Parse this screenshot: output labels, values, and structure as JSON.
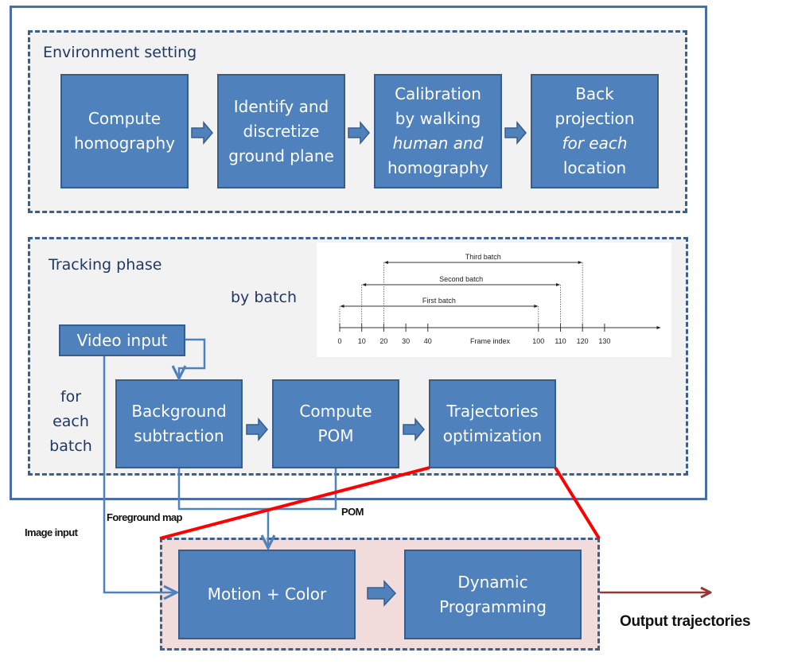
{
  "environment": {
    "title": "Environment setting",
    "steps": [
      {
        "lines": [
          {
            "text": "Compute"
          },
          {
            "text": "homography"
          }
        ]
      },
      {
        "lines": [
          {
            "text": "Identify and"
          },
          {
            "text": "discretize"
          },
          {
            "text": "ground plane"
          }
        ]
      },
      {
        "lines": [
          {
            "text": "Calibration"
          },
          {
            "text": "by walking"
          },
          {
            "text": "human and",
            "italic": true
          },
          {
            "text": "homography"
          }
        ]
      },
      {
        "lines": [
          {
            "text": "Back"
          },
          {
            "text": "projection"
          },
          {
            "text": "for each",
            "italic": true
          },
          {
            "text": "location"
          }
        ]
      }
    ]
  },
  "tracking": {
    "title": "Tracking phase",
    "by_batch_label": "by batch",
    "for_each_batch_lines": [
      "for",
      "each",
      "batch"
    ],
    "video_input_label": "Video input",
    "steps": [
      {
        "lines": [
          "Background",
          "subtraction"
        ]
      },
      {
        "lines": [
          "Compute",
          "POM"
        ]
      },
      {
        "lines": [
          "Trajectories",
          "optimization"
        ]
      }
    ]
  },
  "connectors": {
    "image_input_label": "Image input",
    "foreground_map_label": "Foreground map",
    "pom_label": "POM"
  },
  "detail": {
    "steps": [
      {
        "lines": [
          "Motion + Color"
        ]
      },
      {
        "lines": [
          "Dynamic",
          "Programming"
        ]
      }
    ],
    "output_label": "Output trajectories"
  },
  "colors": {
    "box_fill": "#4f81bd",
    "box_border": "#385d8a",
    "connector": "#4f81bd",
    "zoom_lines": "#ff0000",
    "output_arrow": "#953735",
    "detail_background": "#f2dcdb"
  },
  "chart_data": {
    "type": "timeline",
    "xlabel": "Frame index",
    "x_ticks": [
      0,
      10,
      20,
      30,
      40,
      100,
      110,
      120,
      130
    ],
    "axis_break": [
      40,
      100
    ],
    "series": [
      {
        "name": "First batch",
        "start": 0,
        "end": 100
      },
      {
        "name": "Second batch",
        "start": 10,
        "end": 110
      },
      {
        "name": "Third batch",
        "start": 20,
        "end": 120
      }
    ]
  }
}
